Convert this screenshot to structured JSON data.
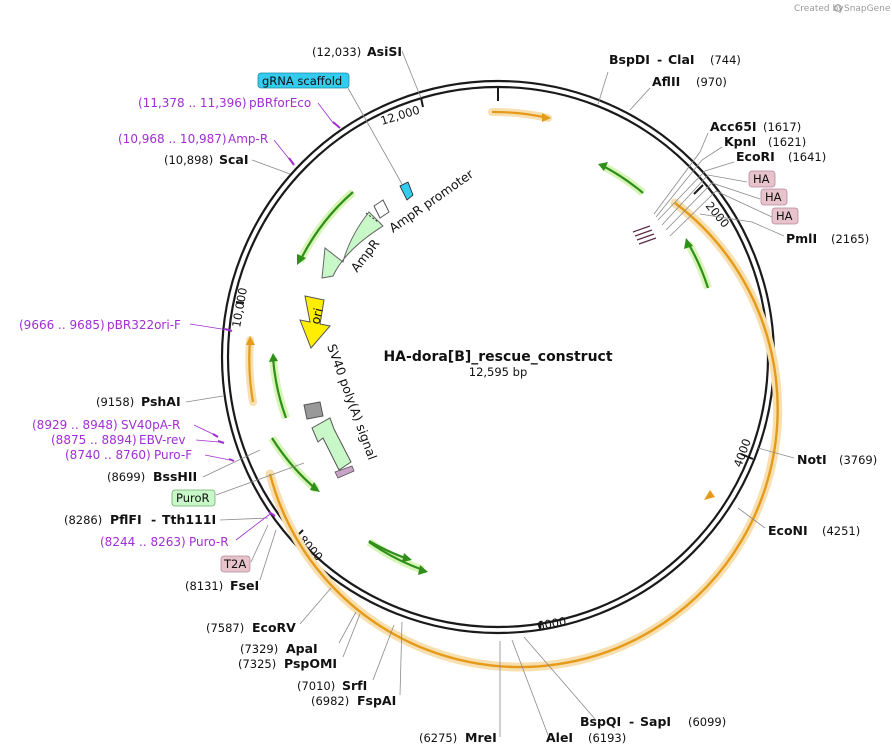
{
  "credit": {
    "created_by": "Created by",
    "brand": "SnapGene"
  },
  "plasmid": {
    "name": "HA-dora[B]_rescue_construct",
    "length_label": "12,595 bp"
  },
  "ticks": [
    {
      "label": "2000"
    },
    {
      "label": "4000"
    },
    {
      "label": "6000"
    },
    {
      "label": "8000"
    },
    {
      "label": "10,000"
    },
    {
      "label": "12,000"
    }
  ],
  "features": {
    "ampr_promoter": "AmpR promoter",
    "ampr": "AmpR",
    "ori": "ori",
    "sv40": "SV40 poly(A) signal",
    "grna_scaffold": "gRNA scaffold",
    "puror": "PuroR",
    "t2a": "T2A",
    "ha1": "HA",
    "ha2": "HA",
    "ha3": "HA"
  },
  "sites": {
    "asisi": {
      "name": "AsiSI",
      "pos": "(12,033)"
    },
    "bspdi": {
      "name": "BspDI",
      "sep": "-",
      "name2": "ClaI",
      "pos": "(744)"
    },
    "aflii": {
      "name": "AflII",
      "pos": "(970)"
    },
    "acc65i": {
      "name": "Acc65I",
      "pos": "(1617)"
    },
    "kpni": {
      "name": "KpnI",
      "pos": "(1621)"
    },
    "ecori": {
      "name": "EcoRI",
      "pos": "(1641)"
    },
    "pmli": {
      "name": "PmlI",
      "pos": "(2165)"
    },
    "noti": {
      "name": "NotI",
      "pos": "(3769)"
    },
    "econi": {
      "name": "EcoNI",
      "pos": "(4251)"
    },
    "bspqi": {
      "name": "BspQI",
      "sep": "-",
      "name2": "SapI",
      "pos": "(6099)"
    },
    "alei": {
      "name": "AleI",
      "pos": "(6193)"
    },
    "mrei": {
      "name": "MreI",
      "pos": "(6275)"
    },
    "fspai": {
      "name": "FspAI",
      "pos": "(6982)"
    },
    "srfi": {
      "name": "SrfI",
      "pos": "(7010)"
    },
    "pspomi": {
      "name": "PspOMI",
      "pos": "(7325)"
    },
    "apai": {
      "name": "ApaI",
      "pos": "(7329)"
    },
    "ecorv": {
      "name": "EcoRV",
      "pos": "(7587)"
    },
    "fsei": {
      "name": "FseI",
      "pos": "(8131)"
    },
    "pflfi": {
      "name": "PflFI",
      "sep": "-",
      "name2": "Tth111I",
      "pos": "(8286)"
    },
    "bsshii": {
      "name": "BssHII",
      "pos": "(8699)"
    },
    "pshai": {
      "name": "PshAI",
      "pos": "(9158)"
    },
    "scai": {
      "name": "ScaI",
      "pos": "(10,898)"
    }
  },
  "primers": {
    "pbrforeco": {
      "range": "(11,378 .. 11,396)",
      "name": "pBRforEco"
    },
    "amp_r": {
      "range": "(10,968 .. 10,987)",
      "name": "Amp-R"
    },
    "pbr322ori_f": {
      "range": "(9666 .. 9685)",
      "name": "pBR322ori-F"
    },
    "sv40pa_r": {
      "range": "(8929 .. 8948)",
      "name": "SV40pA-R"
    },
    "ebv_rev": {
      "range": "(8875 .. 8894)",
      "name": "EBV-rev"
    },
    "puro_f": {
      "range": "(8740 .. 8760)",
      "name": "Puro-F"
    },
    "puro_r": {
      "range": "(8244 .. 8263)",
      "name": "Puro-R"
    }
  },
  "colors": {
    "backbone": "#1a1a1a",
    "orf_orange": "#e69a1a",
    "orf_glow": "#f7dfb0",
    "arrow_green": "#2f8f1a",
    "arrow_glow": "#d8f5b8",
    "ampr_fill": "#c8f7c8",
    "ori_fill": "#ffee00",
    "grna_fill": "#33ccee",
    "ha_fill": "#e7c3cc",
    "primer": "#a02ed3",
    "sv40_fill": "#999999"
  }
}
